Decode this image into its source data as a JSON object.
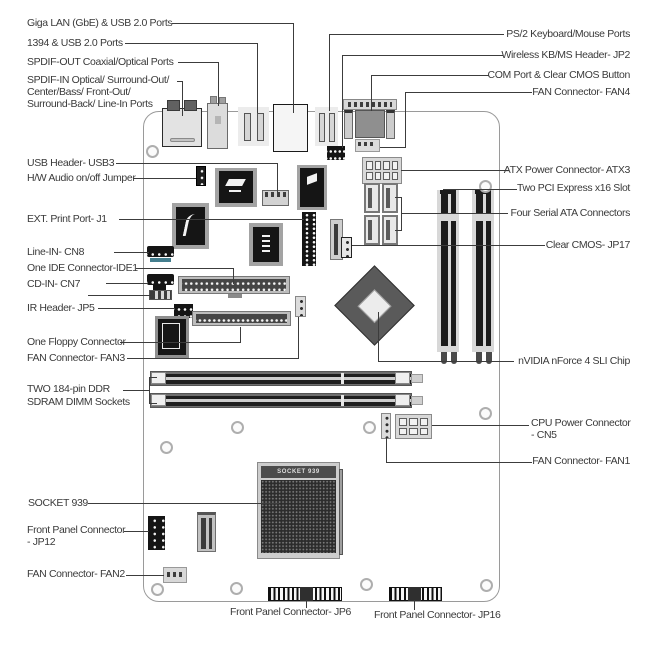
{
  "diagram_type": "motherboard-component-diagram",
  "socket_badge": "SOCKET 939",
  "labels": {
    "giga_lan": "Giga LAN (GbE) & USB 2.0 Ports",
    "fw1394": "1394 & USB 2.0 Ports",
    "spdif_out": "SPDIF-OUT Coaxial/Optical Ports",
    "spdif_in_1": "SPDIF-IN Optical/ Surround-Out/",
    "spdif_in_2": "Center/Bass/ Front-Out/",
    "spdif_in_3": "Surround-Back/ Line-In Ports",
    "usb3": "USB Header- USB3",
    "hw_audio": "H/W Audio on/off Jumper",
    "ext_print": "EXT. Print Port- J1",
    "line_in": "Line-IN- CN8",
    "ide1": "One IDE Connector-IDE1",
    "cd_in": "CD-IN- CN7",
    "ir": "IR Header- JP5",
    "floppy": "One Floppy Connector",
    "fan3": "FAN Connector- FAN3",
    "dimm_1": "TWO 184-pin DDR",
    "dimm_2": "SDRAM DIMM Sockets",
    "socket939": "SOCKET 939",
    "jp12_1": "Front Panel Connector",
    "jp12_2": "- JP12",
    "fan2": "FAN Connector- FAN2",
    "ps2": "PS/2 Keyboard/Mouse Ports",
    "jp2": "Wireless KB/MS Header- JP2",
    "com": "COM Port & Clear CMOS Button",
    "fan4": "FAN Connector- FAN4",
    "atx3": "ATX Power Connector- ATX3",
    "pcie": "Two PCI Express x16 Slot",
    "sata": "Four Serial ATA Connectors",
    "jp17": "Clear CMOS- JP17",
    "nforce": "nVIDIA nForce 4 SLI Chip",
    "cn5_1": "CPU Power Connector",
    "cn5_2": "- CN5",
    "fan1": "FAN Connector- FAN1",
    "jp6": "Front Panel Connector- JP6",
    "jp16": "Front Panel Connector- JP16"
  },
  "colors": {
    "leader_line": "#3c3c3c",
    "label_text": "#3a3a3a",
    "board_border": "#9a9a9a",
    "chip_black": "#151515",
    "teal_accent": "#447e8e"
  }
}
